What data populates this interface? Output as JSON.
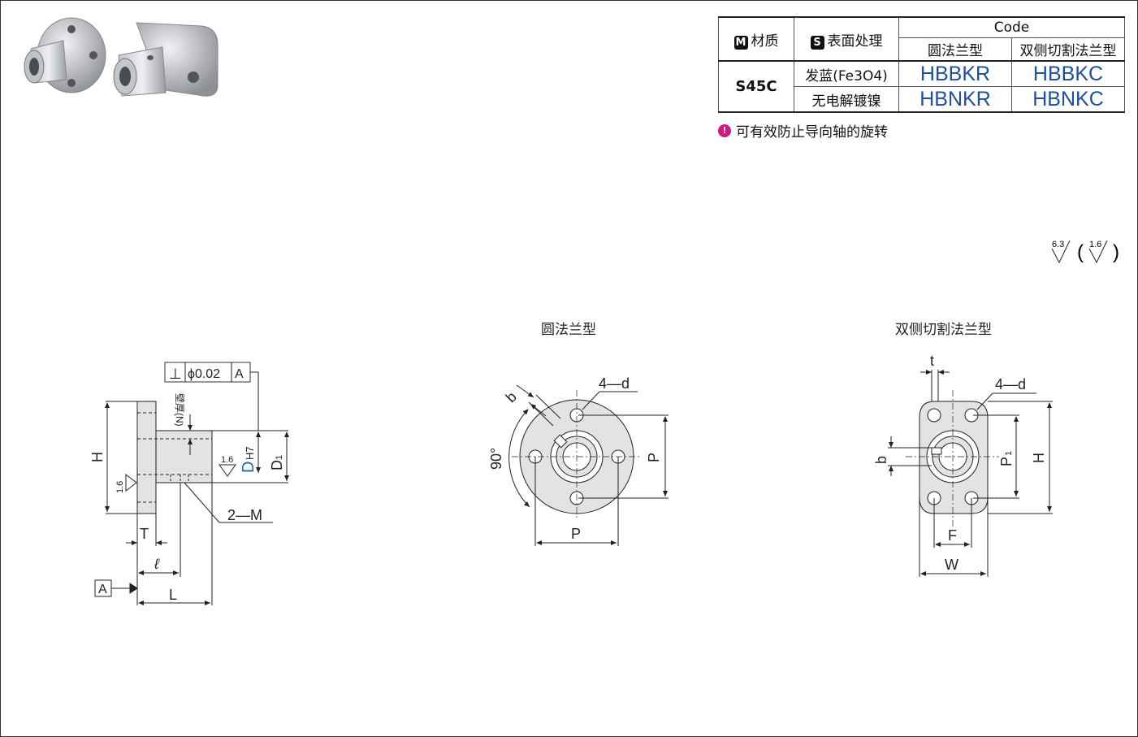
{
  "table": {
    "material_label": "材质",
    "material_badge": "M",
    "surface_label": "表面处理",
    "surface_badge": "S",
    "code_header": "Code",
    "type_round": "圆法兰型",
    "type_cut": "双侧切割法兰型",
    "material_value": "S45C",
    "rows": [
      {
        "surface": "发蓝(Fe3O4)",
        "round_code": "HBBKR",
        "cut_code": "HBBKC"
      },
      {
        "surface": "无电解镀镍",
        "round_code": "HBNKR",
        "cut_code": "HBNKC"
      }
    ]
  },
  "note": "可有效防止导向轴的旋转",
  "roughness": {
    "general": "6.3",
    "special": "1.6"
  },
  "views": {
    "side": {
      "tolerance_symbol": "⊥",
      "tolerance_value": "ϕ0.02",
      "datum": "A",
      "wall_label": "壁厚(N)",
      "labels": {
        "H": "H",
        "T": "T",
        "l": "ℓ",
        "L": "L",
        "D": "D",
        "H7": "H7",
        "D1": "D",
        "D1_sub": "1",
        "M": "2—M",
        "A": "A",
        "rough": "1.6"
      }
    },
    "round": {
      "title": "圆法兰型",
      "labels": {
        "d": "4—d",
        "b": "b",
        "angle": "90°",
        "P_v": "P",
        "P_h": "P"
      }
    },
    "cut": {
      "title": "双侧切割法兰型",
      "labels": {
        "t": "t",
        "d": "4—d",
        "b": "b",
        "P1": "P",
        "P1_sub": "1",
        "H": "H",
        "F": "F",
        "W": "W"
      }
    }
  },
  "colors": {
    "link": "#1e4f9b",
    "accent": "#d4177d",
    "dim_blue": "#1e66b5"
  }
}
